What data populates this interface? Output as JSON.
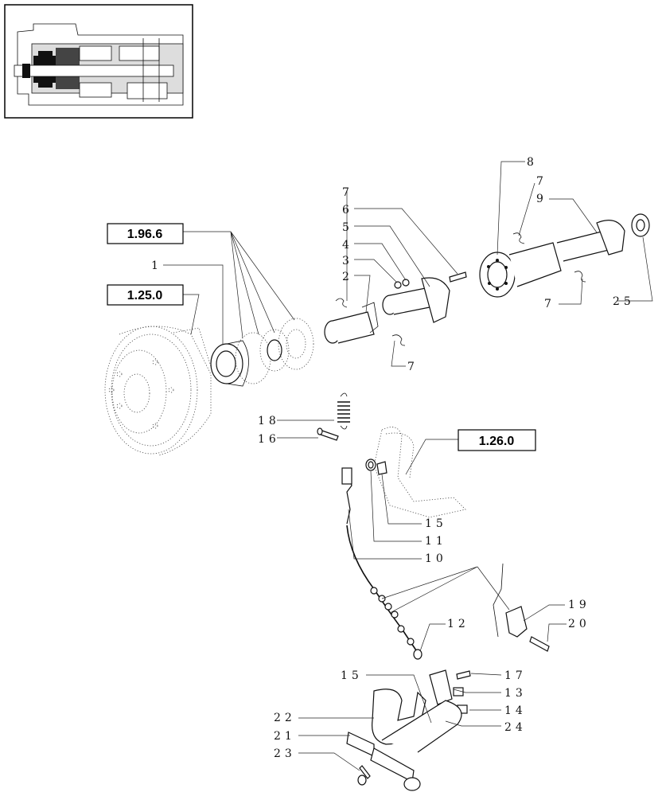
{
  "reference_boxes": [
    {
      "id": "ref-1-96-6",
      "label": "1.96.6"
    },
    {
      "id": "ref-1-25-0",
      "label": "1.25.0"
    },
    {
      "id": "ref-1-26-0",
      "label": "1.26.0"
    }
  ],
  "callouts": [
    {
      "key": "c8",
      "label": "8"
    },
    {
      "key": "c7a",
      "label": "7"
    },
    {
      "key": "c9",
      "label": "9"
    },
    {
      "key": "c7b",
      "label": "7"
    },
    {
      "key": "c6",
      "label": "6"
    },
    {
      "key": "c5",
      "label": "5"
    },
    {
      "key": "c4",
      "label": "4"
    },
    {
      "key": "c3",
      "label": "3"
    },
    {
      "key": "c2",
      "label": "2"
    },
    {
      "key": "c1",
      "label": "1"
    },
    {
      "key": "c7c",
      "label": "7"
    },
    {
      "key": "c25",
      "label": "25"
    },
    {
      "key": "c7d",
      "label": "7"
    },
    {
      "key": "c18",
      "label": "18"
    },
    {
      "key": "c16",
      "label": "16"
    },
    {
      "key": "c15a",
      "label": "15"
    },
    {
      "key": "c11",
      "label": "11"
    },
    {
      "key": "c10",
      "label": "10"
    },
    {
      "key": "c19",
      "label": "19"
    },
    {
      "key": "c20",
      "label": "20"
    },
    {
      "key": "c12",
      "label": "12"
    },
    {
      "key": "c15b",
      "label": "15"
    },
    {
      "key": "c17",
      "label": "17"
    },
    {
      "key": "c13",
      "label": "13"
    },
    {
      "key": "c14",
      "label": "14"
    },
    {
      "key": "c24",
      "label": "24"
    },
    {
      "key": "c22",
      "label": "22"
    },
    {
      "key": "c21",
      "label": "21"
    },
    {
      "key": "c23",
      "label": "23"
    }
  ]
}
